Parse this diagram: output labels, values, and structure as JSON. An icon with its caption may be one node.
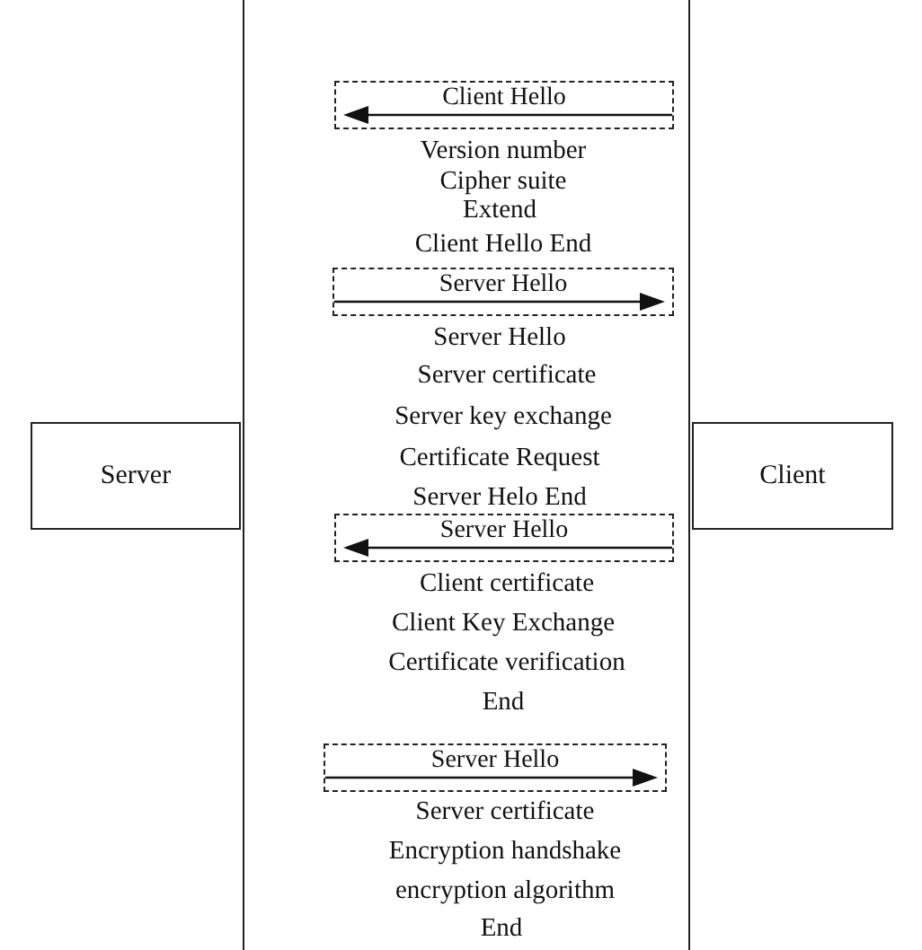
{
  "diagram": {
    "nodes": [
      {
        "text": [
          "Server"
        ]
      },
      {
        "text": [
          "Client"
        ]
      },
      {
        "text": [
          "Client Hello"
        ]
      },
      {
        "text": [
          "Server Hello"
        ]
      },
      {
        "text": [
          "Server Hello"
        ]
      },
      {
        "text": [
          "Server Hello"
        ]
      }
    ],
    "labels": [
      "Version number",
      "Cipher suite",
      "Extend",
      "Client Hello End",
      "Server Hello",
      "Server certificate",
      "Server key exchange",
      "Certificate Request",
      "Server Helo End",
      "Client certificate",
      "Client Key Exchange",
      "Certificate verification",
      "End",
      "Server certificate",
      "Encryption handshake",
      "encryption algorithm",
      "End"
    ]
  }
}
